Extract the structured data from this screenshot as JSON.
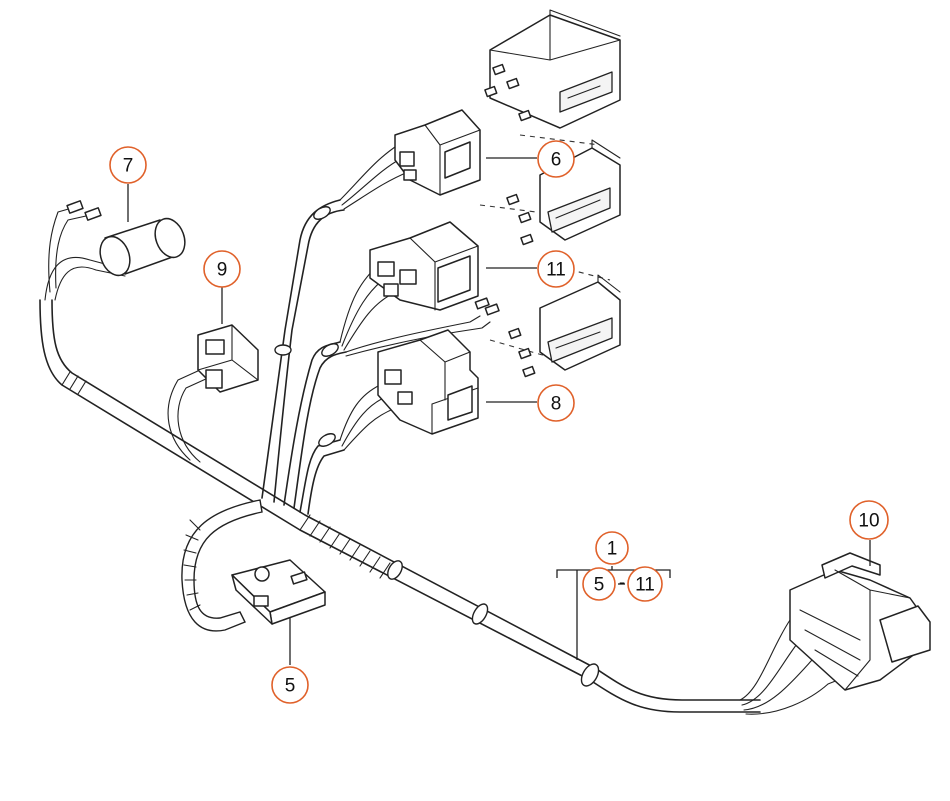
{
  "colors": {
    "callout_ring": "#e0612a",
    "line": "#222222",
    "background": "#ffffff"
  },
  "callouts": {
    "c7": "7",
    "c9": "9",
    "c6": "6",
    "c11a": "11",
    "c8": "8",
    "c10": "10",
    "c1": "1",
    "c5b": "5",
    "c11b": "11",
    "c5": "5",
    "dash": "-"
  }
}
